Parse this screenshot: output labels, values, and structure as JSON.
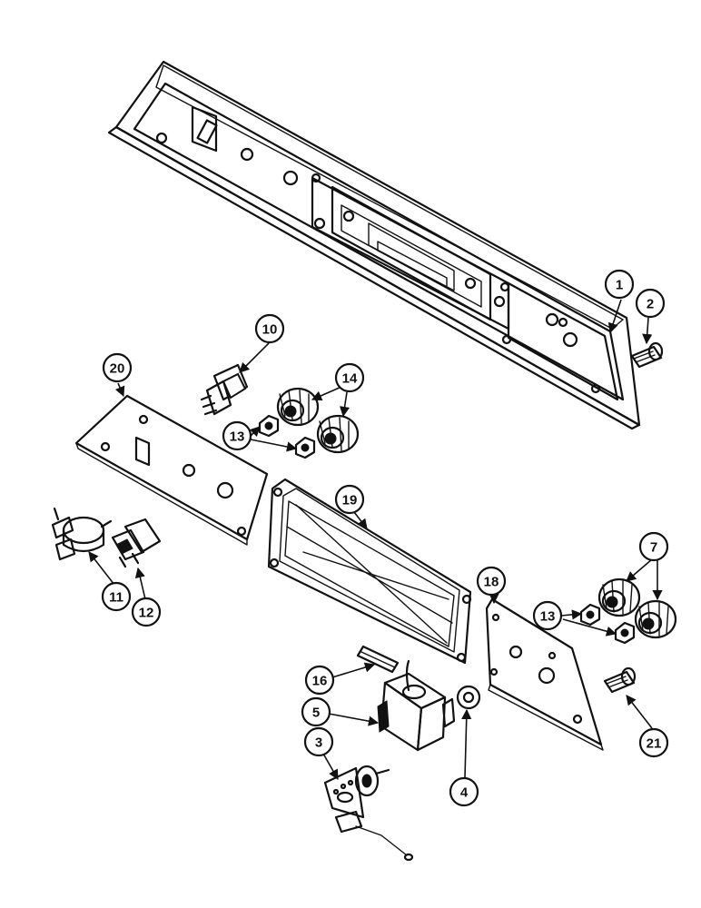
{
  "callouts": {
    "c1": "1",
    "c2": "2",
    "c3": "3",
    "c4": "4",
    "c5": "5",
    "c7": "7",
    "c10": "10",
    "c11": "11",
    "c12": "12",
    "c13a": "13",
    "c13b": "13",
    "c14": "14",
    "c16": "16",
    "c18": "18",
    "c19": "19",
    "c20": "20",
    "c21": "21"
  }
}
